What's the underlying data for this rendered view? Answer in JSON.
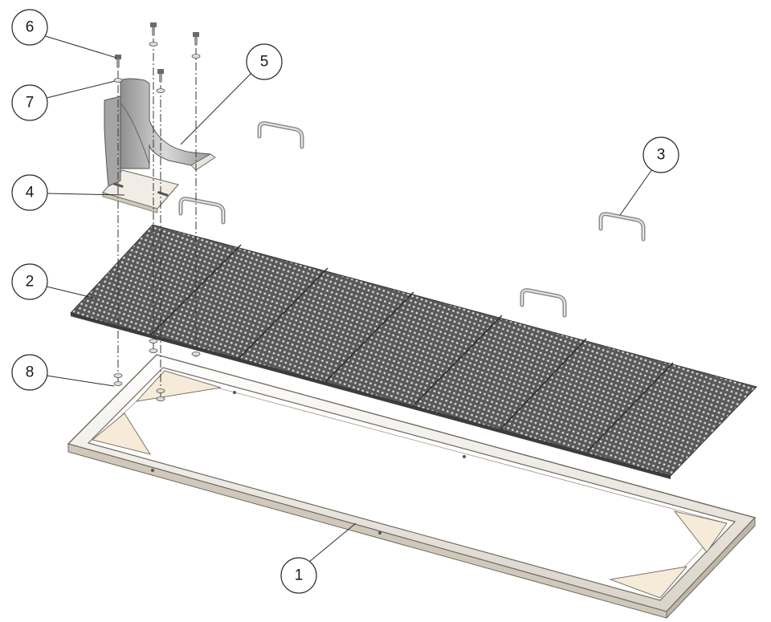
{
  "diagram": {
    "callouts": [
      {
        "id": "1",
        "label": "1"
      },
      {
        "id": "2",
        "label": "2"
      },
      {
        "id": "3",
        "label": "3"
      },
      {
        "id": "4",
        "label": "4"
      },
      {
        "id": "5",
        "label": "5"
      },
      {
        "id": "6",
        "label": "6"
      },
      {
        "id": "7",
        "label": "7"
      },
      {
        "id": "8",
        "label": "8"
      }
    ],
    "colors": {
      "frame_face": "#f2efe9",
      "frame_edge": "#8a8478",
      "gusset": "#f6ead9",
      "grating": "#4a4a4a",
      "bracket": "#b9b9b9",
      "handle": "#cfcfcf"
    }
  }
}
